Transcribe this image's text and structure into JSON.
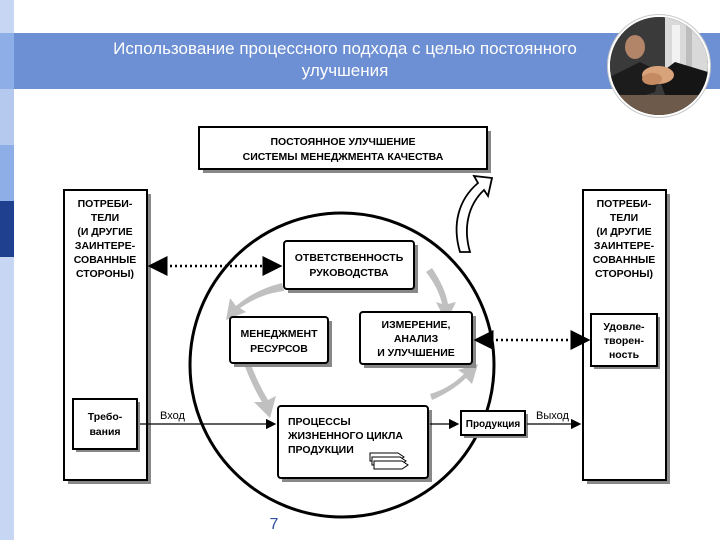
{
  "slide": {
    "title_line1": "Использование процессного подхода с целью постоянного",
    "title_line2": "улучшения",
    "page_number": "7"
  },
  "diagram": {
    "top_box": [
      "ПОСТОЯННОЕ УЛУЧШЕНИЕ",
      "СИСТЕМЫ МЕНЕДЖМЕНТА КАЧЕСТВА"
    ],
    "left_box": [
      "ПОТРЕБИ-",
      "ТЕЛИ",
      "(И ДРУГИЕ",
      "ЗАИНТЕРЕ-",
      "СОВАННЫЕ",
      "СТОРОНЫ)"
    ],
    "right_box": [
      "ПОТРЕБИ-",
      "ТЕЛИ",
      "(И ДРУГИЕ",
      "ЗАИНТЕРЕ-",
      "СОВАННЫЕ",
      "СТОРОНЫ)"
    ],
    "requirements": [
      "Требо-",
      "вания"
    ],
    "satisfaction": [
      "Удовле-",
      "творен-",
      "ность"
    ],
    "responsibility": [
      "ОТВЕТСТВЕННОСТЬ",
      "РУКОВОДСТВА"
    ],
    "resources": [
      "МЕНЕДЖМЕНТ",
      "РЕСУРСОВ"
    ],
    "measurement": [
      "ИЗМЕРЕНИЕ,",
      "АНАЛИЗ",
      "И УЛУЧШЕНИЕ"
    ],
    "processes": [
      "ПРОЦЕССЫ",
      "ЖИЗНЕННОГО ЦИКЛА",
      "ПРОДУКЦИИ"
    ],
    "product": "Продукция",
    "input": "Вход",
    "output": "Выход"
  },
  "colors": {
    "header": "#6d8fd3",
    "sidebar": [
      "#1f3f8f",
      "#4470c4",
      "#8eaee8",
      "#c7d6f3"
    ]
  }
}
